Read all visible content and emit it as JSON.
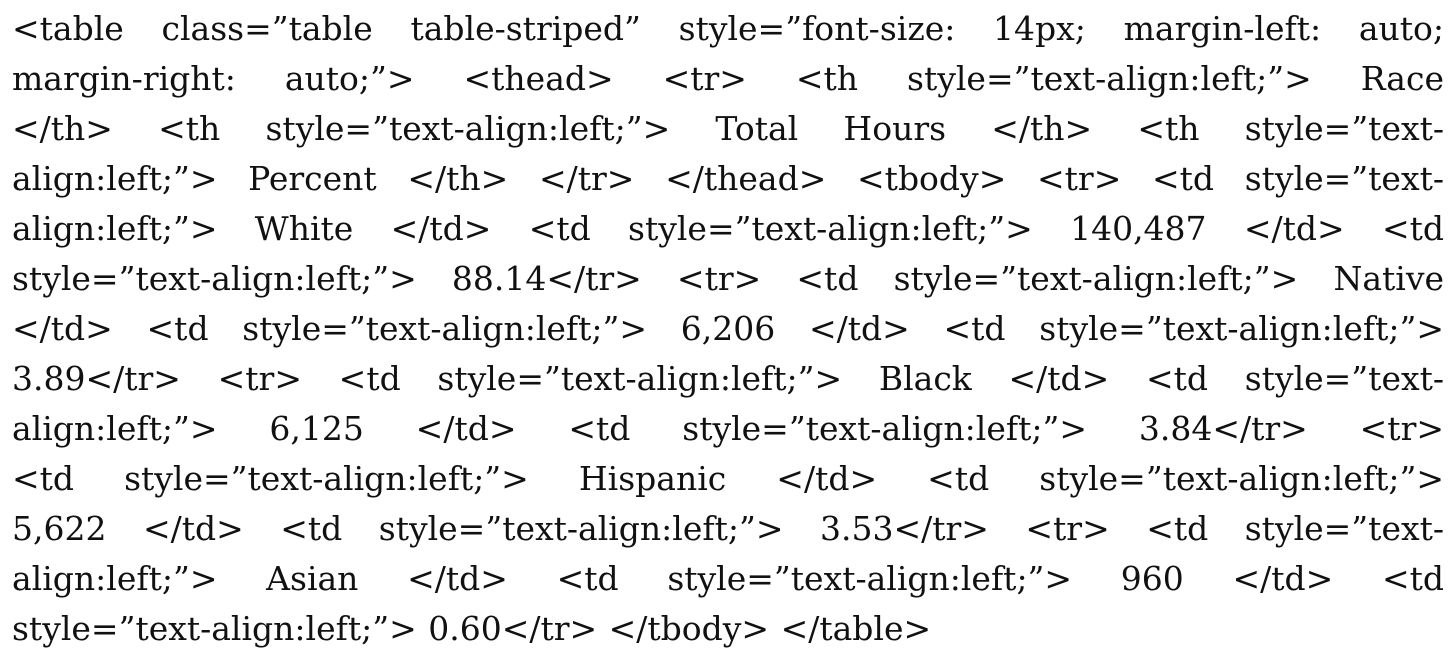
{
  "document": {
    "lines": [
      "<table class=”table table-striped” style=”font-size: 14px; margin-left: auto;",
      "margin-right: auto;”> <thead> <tr> <th style=”text-align:left;”> Race",
      "</th> <th style=”text-align:left;”> Total Hours </th> <th style=”text-",
      "align:left;”> Percent </th> </tr> </thead> <tbody> <tr> <td style=”text-",
      "align:left;”> White </td> <td style=”text-align:left;”> 140,487 </td> <td",
      "style=”text-align:left;”> 88.14</tr> <tr> <td style=”text-align:left;”> Native",
      "</td> <td style=”text-align:left;”> 6,206 </td> <td style=”text-align:left;”>",
      "3.89</tr> <tr> <td style=”text-align:left;”> Black </td> <td style=”text-",
      "align:left;”> 6,125 </td> <td style=”text-align:left;”> 3.84</tr> <tr>",
      "<td style=”text-align:left;”> Hispanic </td> <td style=”text-align:left;”>",
      "5,622 </td> <td style=”text-align:left;”> 3.53</tr> <tr> <td style=”text-",
      "align:left;”> Asian </td> <td style=”text-align:left;”> 960 </td> <td",
      "style=”text-align:left;”> 0.60</tr> </tbody> </table>"
    ]
  }
}
